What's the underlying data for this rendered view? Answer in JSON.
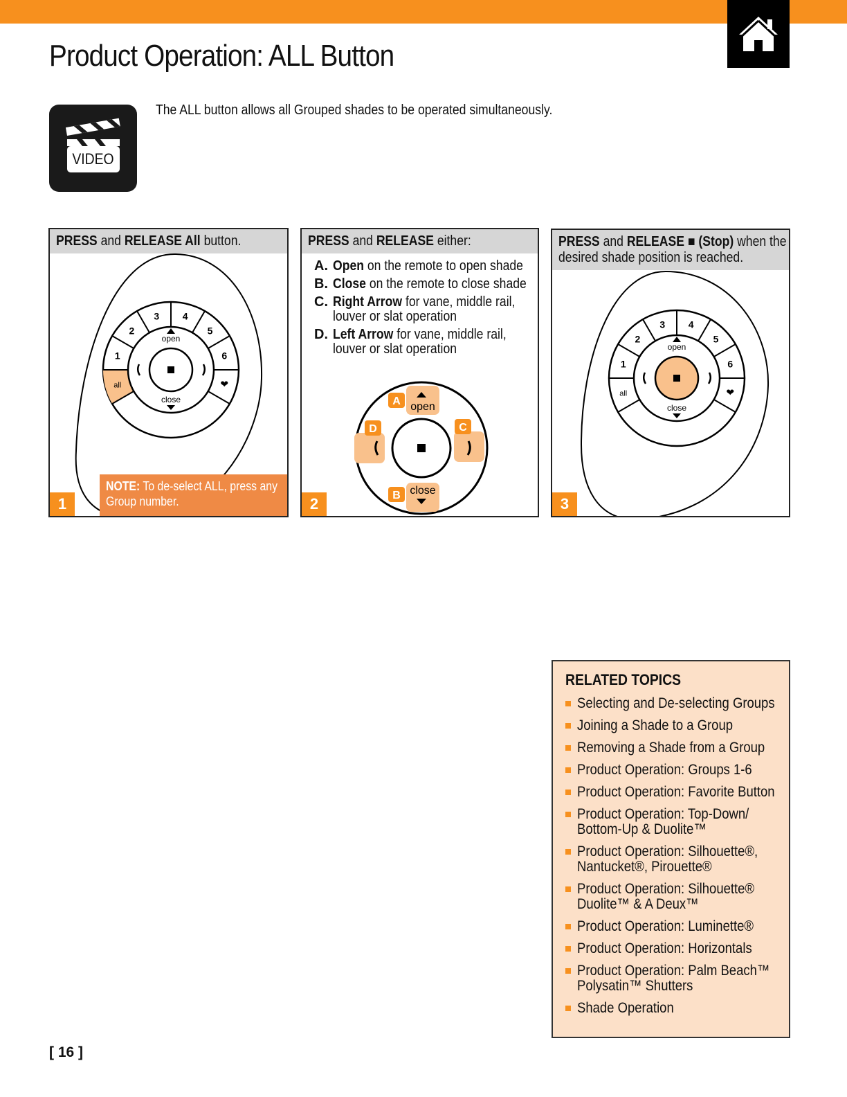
{
  "page": {
    "title": "Product Operation: ALL Button",
    "intro": "The ALL button allows all Grouped shades to be operated simultaneously.",
    "video_label": "VIDEO",
    "page_number": "[ 16 ]",
    "accent": "#f7901e",
    "home_icon": "home-icon"
  },
  "remote": {
    "groups": [
      "1",
      "2",
      "3",
      "4",
      "5",
      "6"
    ],
    "all": "all",
    "favorite": "heart",
    "open": "open",
    "close": "close",
    "highlight": "#f9c18c"
  },
  "panels": [
    {
      "number": "1",
      "header": [
        {
          "t": "PRESS",
          "b": true
        },
        {
          "t": " and ",
          "b": false
        },
        {
          "t": "RELEASE All",
          "b": true
        },
        {
          "t": " button.",
          "b": false
        }
      ],
      "note_bold": "NOTE:",
      "note_text": " To de-select ALL, press any Group number."
    },
    {
      "number": "2",
      "header": [
        {
          "t": "PRESS",
          "b": true
        },
        {
          "t": " and ",
          "b": false
        },
        {
          "t": "RELEASE",
          "b": true
        },
        {
          "t": " either:",
          "b": false
        }
      ],
      "items": [
        {
          "letter": "A.",
          "bold": "Open",
          "text": " on the remote to open shade"
        },
        {
          "letter": "B.",
          "bold": "Close",
          "text": " on the remote to close shade"
        },
        {
          "letter": "C.",
          "bold": "Right Arrow",
          "text": " for vane, middle rail, louver or slat operation"
        },
        {
          "letter": "D.",
          "bold": "Left Arrow",
          "text": " for vane, middle rail, louver or slat operation"
        }
      ],
      "callouts": {
        "a": "A",
        "b": "B",
        "c": "C",
        "d": "D"
      }
    },
    {
      "number": "3",
      "header": [
        {
          "t": "PRESS",
          "b": true
        },
        {
          "t": " and ",
          "b": false
        },
        {
          "t": "RELEASE ■ (Stop)",
          "b": true
        },
        {
          "t": " when the desired shade position is reached.",
          "b": false
        }
      ]
    }
  ],
  "related": {
    "title": "RELATED TOPICS",
    "items": [
      "Selecting and De-selecting Groups",
      "Joining a Shade to a Group",
      "Removing a Shade from a Group",
      "Product Operation: Groups 1-6",
      "Product Operation: Favorite Button",
      "Product Operation: Top-Down/ Bottom-Up & Duolite™",
      "Product Operation: Silhouette®, Nantucket®, Pirouette®",
      "Product Operation: Silhouette® Duolite™ & A Deux™",
      "Product Operation: Luminette®",
      "Product Operation: Horizontals",
      "Product Operation: Palm Beach™ Polysatin™ Shutters",
      "Shade Operation"
    ]
  }
}
